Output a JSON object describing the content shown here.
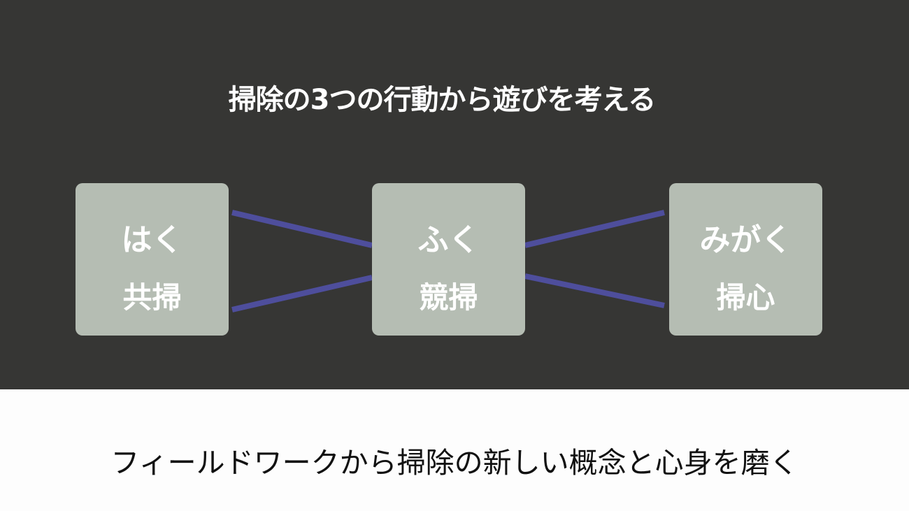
{
  "title": "掃除の3つの行動から遊びを考える",
  "boxes": [
    {
      "kana": "はく",
      "kanji": "共掃"
    },
    {
      "kana": "ふく",
      "kanji": "競掃"
    },
    {
      "kana": "みがく",
      "kanji": "掃心"
    }
  ],
  "subtitle": "フィールドワークから掃除の新しい概念と心身を磨く",
  "colors": {
    "background": "#363634",
    "box": "#b5bdb3",
    "connector": "#4e4e9c"
  }
}
